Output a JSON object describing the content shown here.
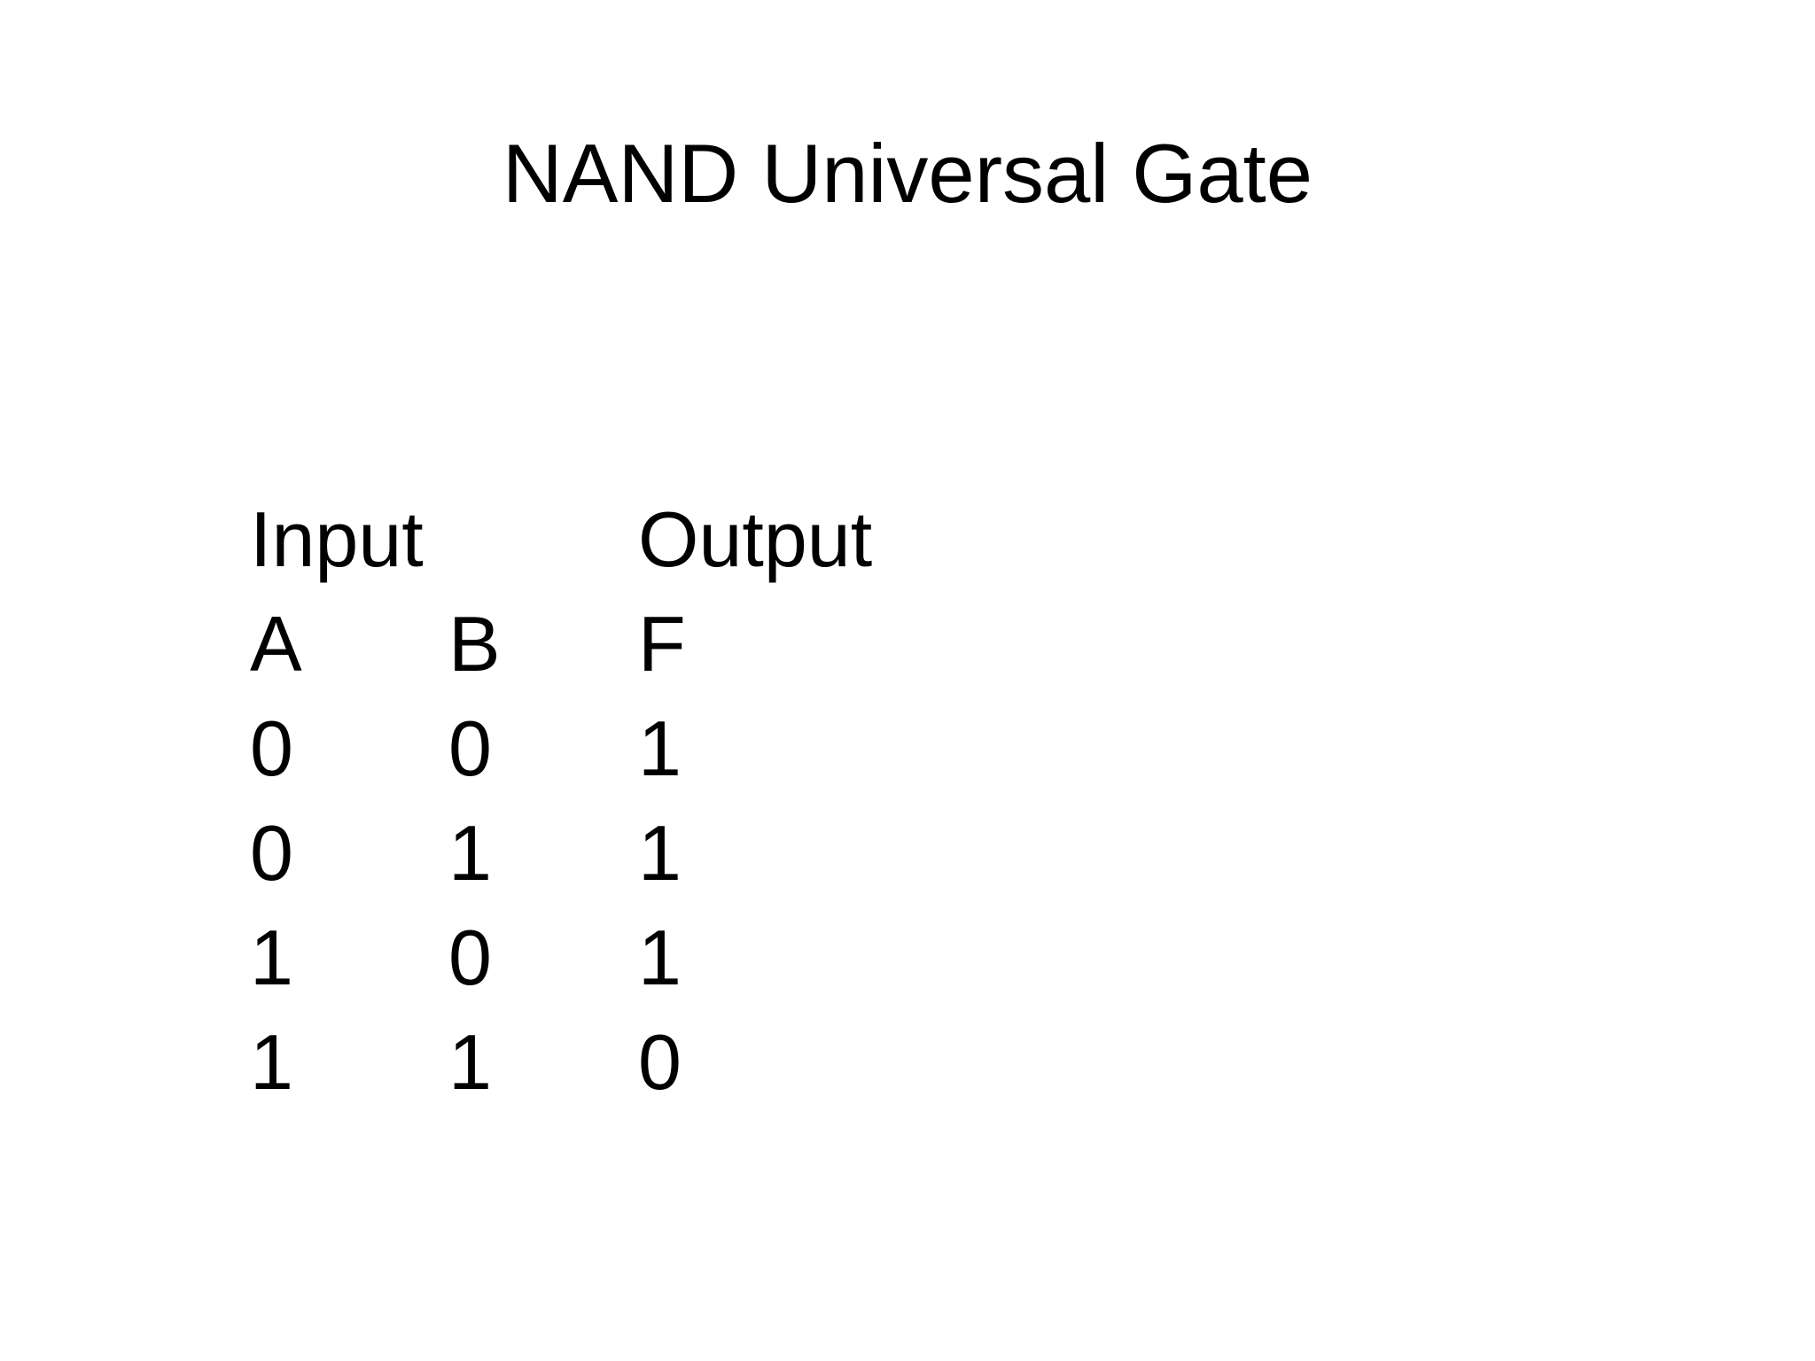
{
  "slide": {
    "title": "NAND Universal Gate"
  },
  "truth_table": {
    "input_group_header": "Input",
    "output_group_header": "Output",
    "columns": [
      "A",
      "B",
      "F"
    ],
    "rows": [
      [
        "0",
        "0",
        "1"
      ],
      [
        "0",
        "1",
        "1"
      ],
      [
        "1",
        "0",
        "1"
      ],
      [
        "1",
        "1",
        "0"
      ]
    ]
  }
}
